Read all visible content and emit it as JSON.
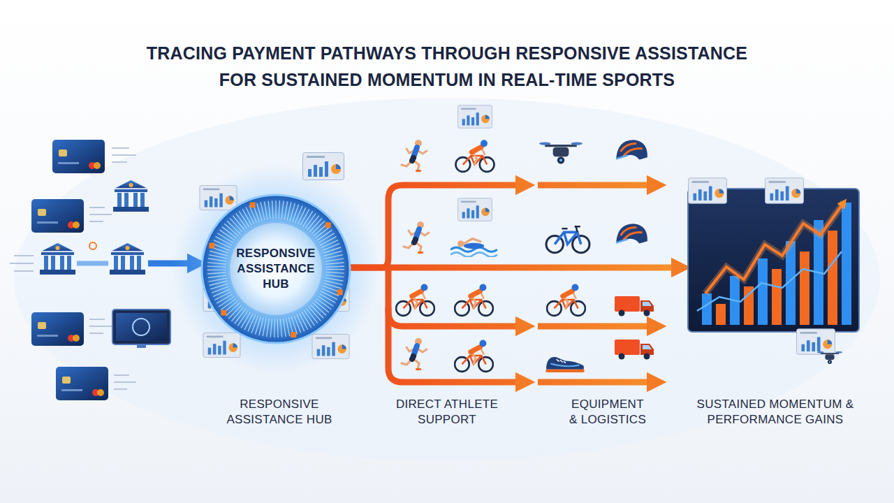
{
  "diagram": {
    "title": "TRACING PAYMENT PATHWAYS THROUGH RESPONSIVE ASSISTANCE FOR SUSTAINED MOMENTUM IN REAL-TIME SPORTS",
    "nodes": [
      {
        "text": [
          "RESPONSIVE ASSISTANCE HUB"
        ]
      }
    ],
    "labels": [
      "RESPONSIVE ASSISTANCE HUB",
      "DIRECT ATHLETE SUPPORT",
      "EQUIPMENT & LOGISTICS",
      "SUSTAINED MOMENTUM & PERFORMANCE GAINS"
    ]
  }
}
